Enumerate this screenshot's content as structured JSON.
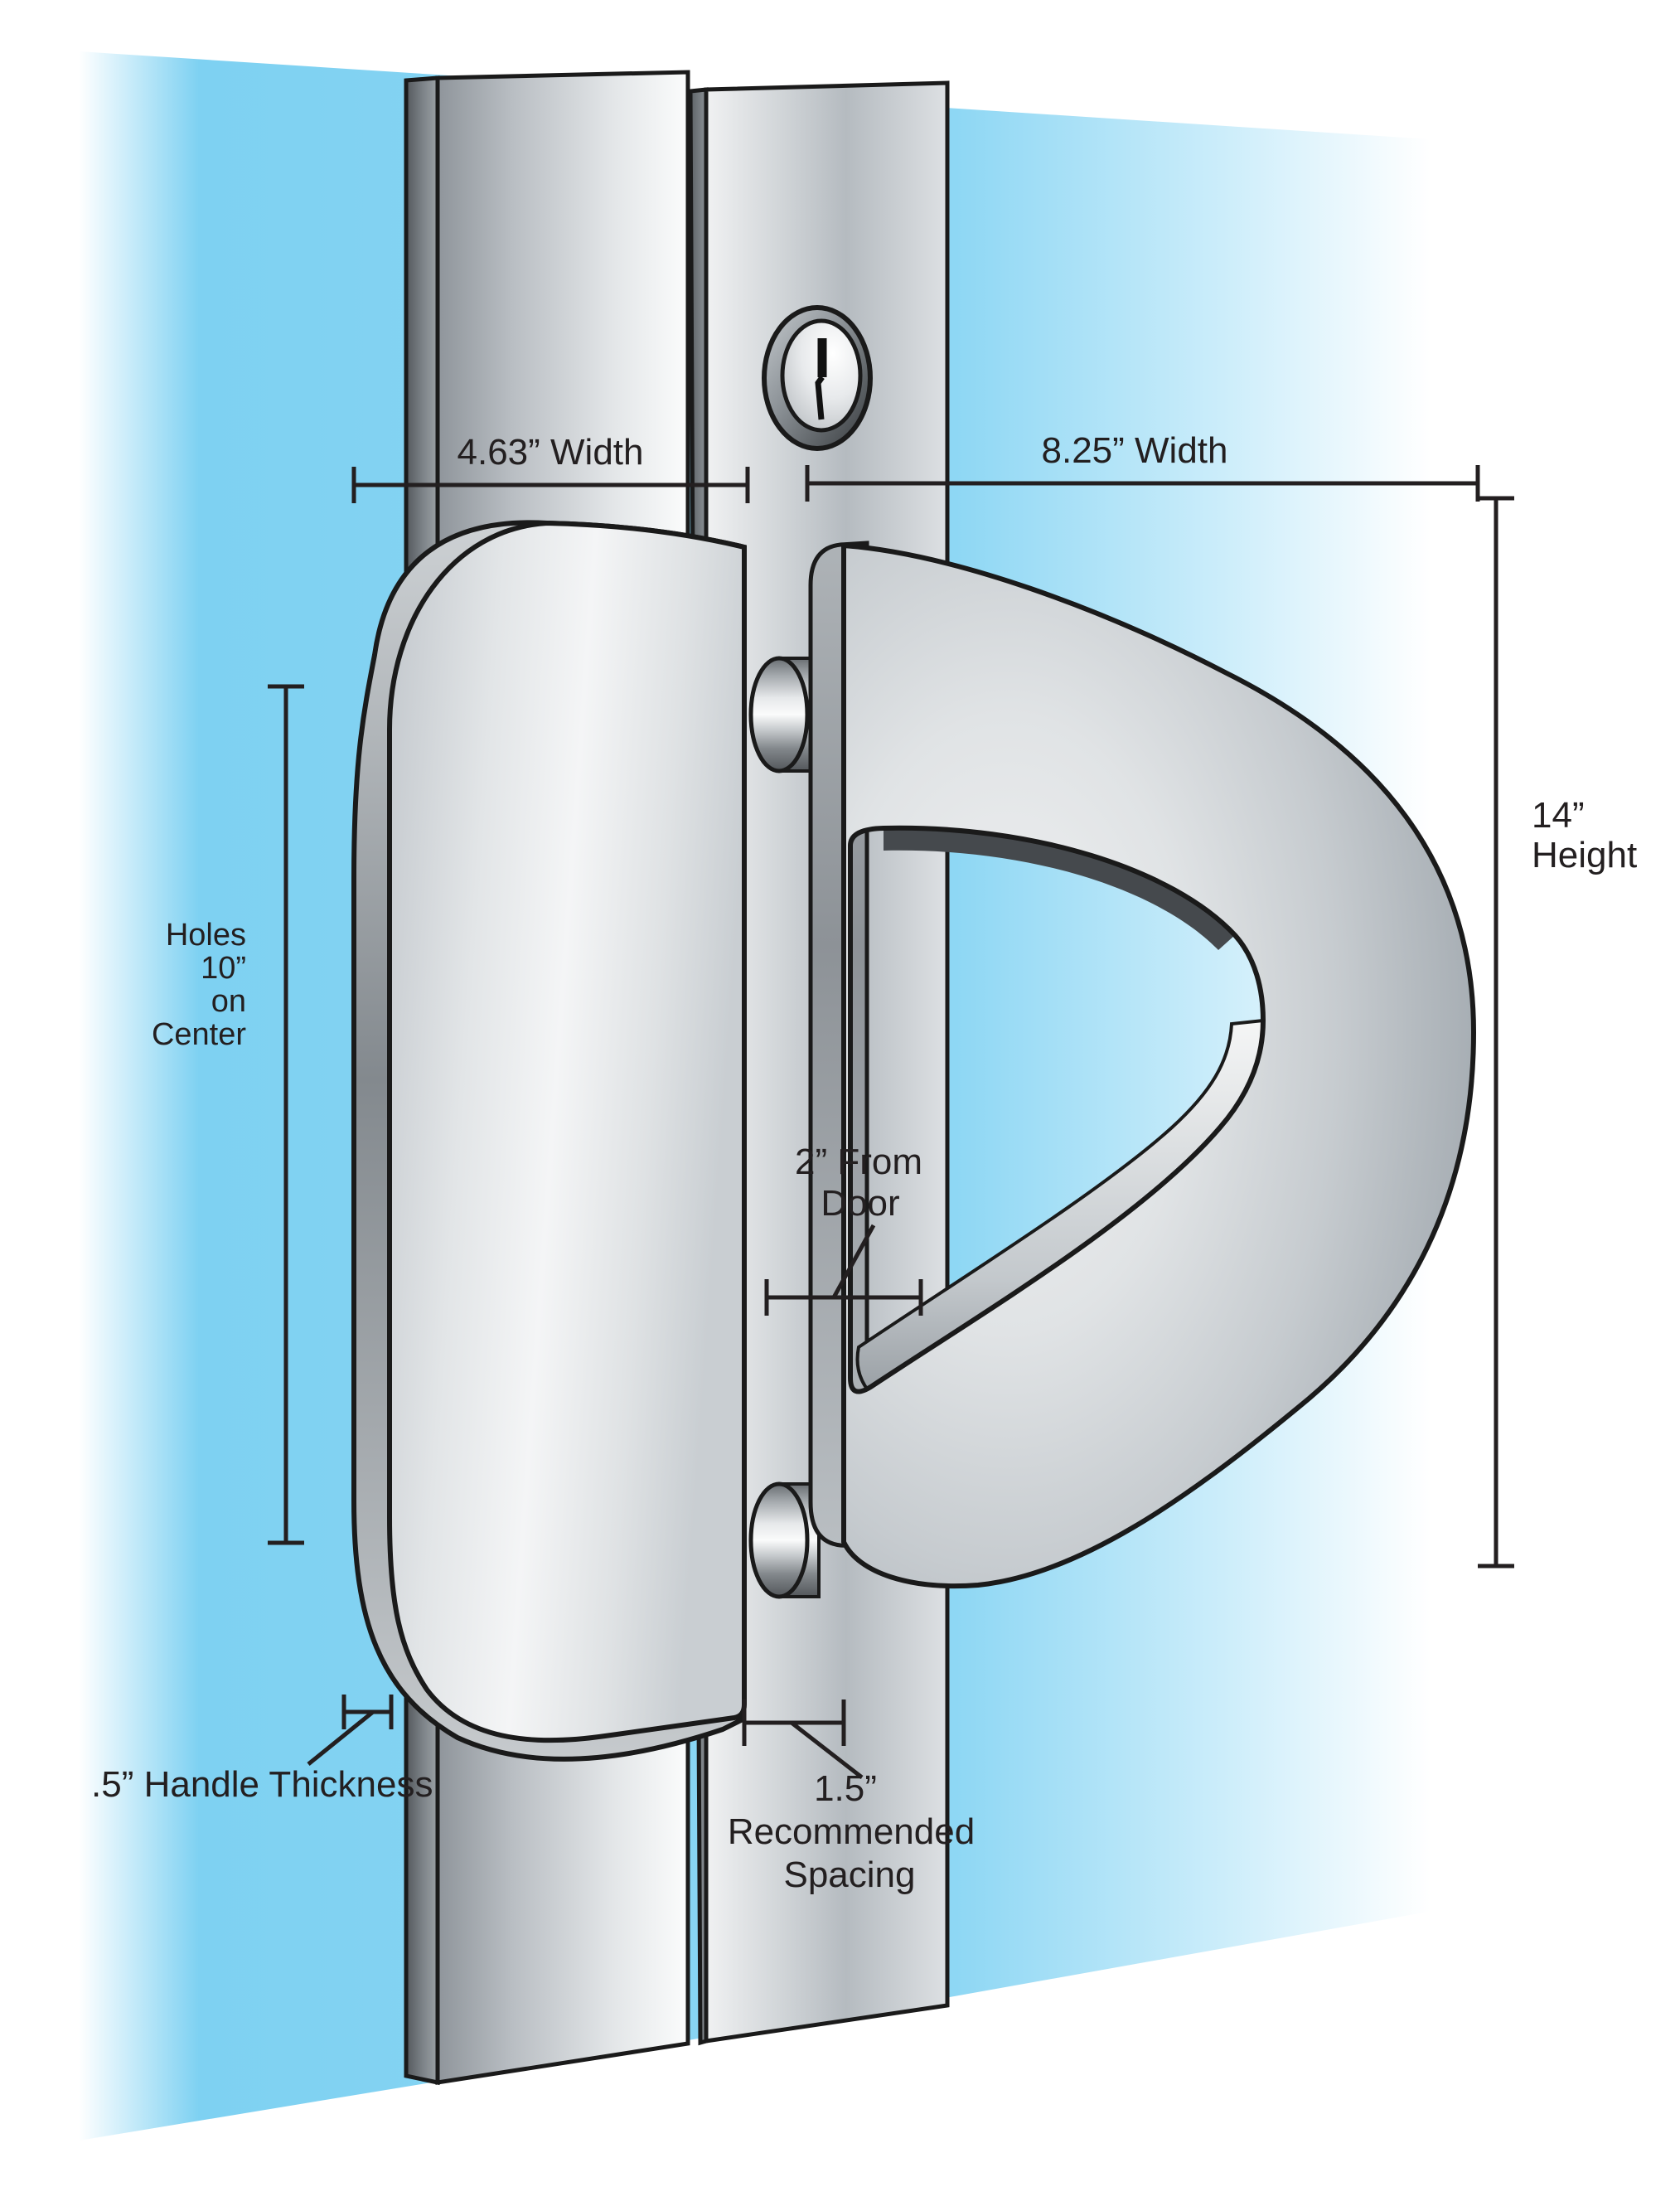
{
  "diagram": {
    "kind": "door-pull-handle-installation-diagram",
    "colors": {
      "glass": "#7ed1f2",
      "ink": "#231f20",
      "outline": "#1a1a1a",
      "metal_light": "#f4f5f6",
      "metal_mid": "#c7ccd0",
      "metal_dark": "#6d7276",
      "background": "#ffffff"
    },
    "dimensions": {
      "width_left": {
        "label": "4.63” Width",
        "value_in": 4.63
      },
      "width_right": {
        "label": "8.25” Width",
        "value_in": 8.25
      },
      "height": {
        "value": "14”",
        "caption": "Height",
        "value_in": 14
      },
      "holes": {
        "lines": [
          "Holes",
          "10”",
          "on",
          "Center"
        ],
        "value_in": 10
      },
      "from_door": {
        "lines": [
          "2” From",
          "Door"
        ],
        "value_in": 2
      },
      "handle_thickness": {
        "label": ".5” Handle Thickness",
        "value_in": 0.5
      },
      "spacing": {
        "lines": [
          "1.5”",
          "Recommended",
          "Spacing"
        ],
        "value_in": 1.5
      }
    }
  }
}
